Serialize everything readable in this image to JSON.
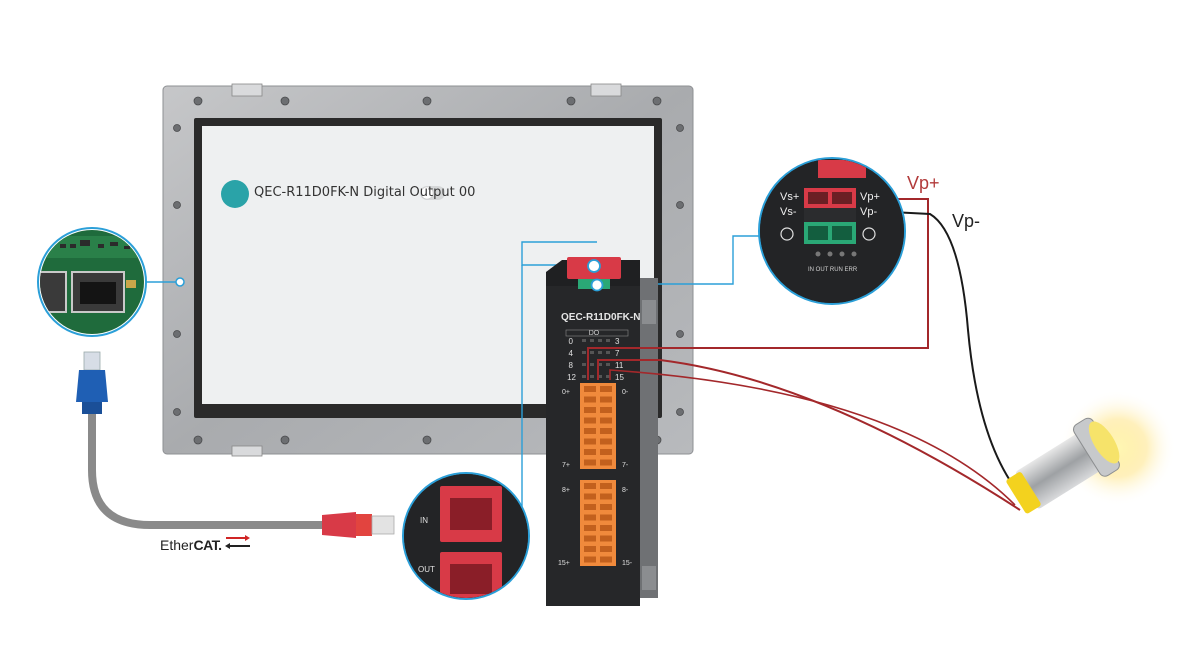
{
  "screen": {
    "label": "QEC-R11D0FK-N Digital Output 00",
    "toggle_state": "off",
    "indicator_color": "#2aa3a8"
  },
  "module": {
    "name": "QEC-R11D0FK-N",
    "do_label": "DO",
    "led_rows": [
      {
        "left": "0",
        "right": "3"
      },
      {
        "left": "4",
        "right": "7"
      },
      {
        "left": "8",
        "right": "11"
      },
      {
        "left": "12",
        "right": "15"
      }
    ],
    "terminal_labels": {
      "top_left": "0+",
      "top_right": "0-",
      "mid1_left": "7+",
      "mid1_right": "7-",
      "mid2_left": "8+",
      "mid2_right": "8-",
      "bot_left": "15+",
      "bot_right": "15-"
    }
  },
  "power_zoom": {
    "vs_plus": "Vs+",
    "vs_minus": "Vs-",
    "vp_plus": "Vp+",
    "vp_minus": "Vp-",
    "status_leds": "IN OUT RUN ERR"
  },
  "port_zoom": {
    "in_label": "IN",
    "out_label": "OUT"
  },
  "wire_labels": {
    "vp_plus": "Vp+",
    "vp_minus": "Vp-"
  },
  "ethercat": {
    "prefix": "Ether",
    "suffix": "CAT."
  },
  "colors": {
    "accent_blue": "#2b9fd8",
    "wire_red": "#a3282b",
    "wire_black": "#1a1a1a",
    "terminal_orange": "#f08a3c",
    "connector_red": "#d83a47",
    "connector_green": "#2aa876",
    "cable_blue": "#1f5fb4",
    "cable_gray": "#8a8a8a",
    "lamp_yellow": "#f3d21e"
  }
}
